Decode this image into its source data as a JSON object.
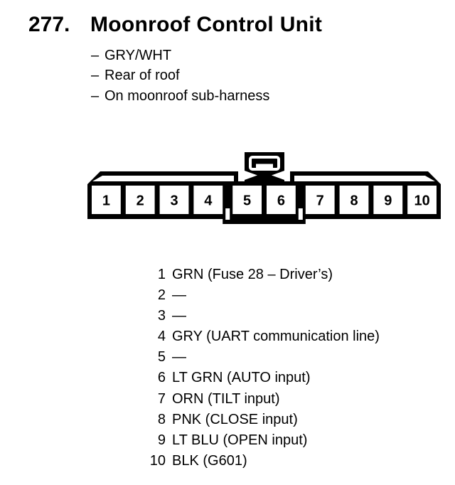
{
  "page": {
    "number": "277.",
    "title": "Moonroof Control Unit"
  },
  "notes": {
    "bullet": "–",
    "items": [
      "GRY/WHT",
      "Rear of roof",
      "On moonroof sub-harness"
    ]
  },
  "connector": {
    "description": "10-pin moonroof control unit connector, front view",
    "pins": [
      "1",
      "2",
      "3",
      "4",
      "5",
      "6",
      "7",
      "8",
      "9",
      "10"
    ]
  },
  "pinout": {
    "rows": [
      {
        "pin": "1",
        "label": "GRN (Fuse 28 – Driver’s)"
      },
      {
        "pin": "2",
        "label": "—"
      },
      {
        "pin": "3",
        "label": "—"
      },
      {
        "pin": "4",
        "label": "GRY (UART communication line)"
      },
      {
        "pin": "5",
        "label": "—"
      },
      {
        "pin": "6",
        "label": "LT GRN (AUTO input)"
      },
      {
        "pin": "7",
        "label": "ORN (TILT input)"
      },
      {
        "pin": "8",
        "label": "PNK (CLOSE input)"
      },
      {
        "pin": "9",
        "label": "LT BLU (OPEN input)"
      },
      {
        "pin": "10",
        "label": "BLK (G601)"
      }
    ]
  },
  "colors": {
    "ink": "#000000",
    "paper": "#ffffff"
  }
}
